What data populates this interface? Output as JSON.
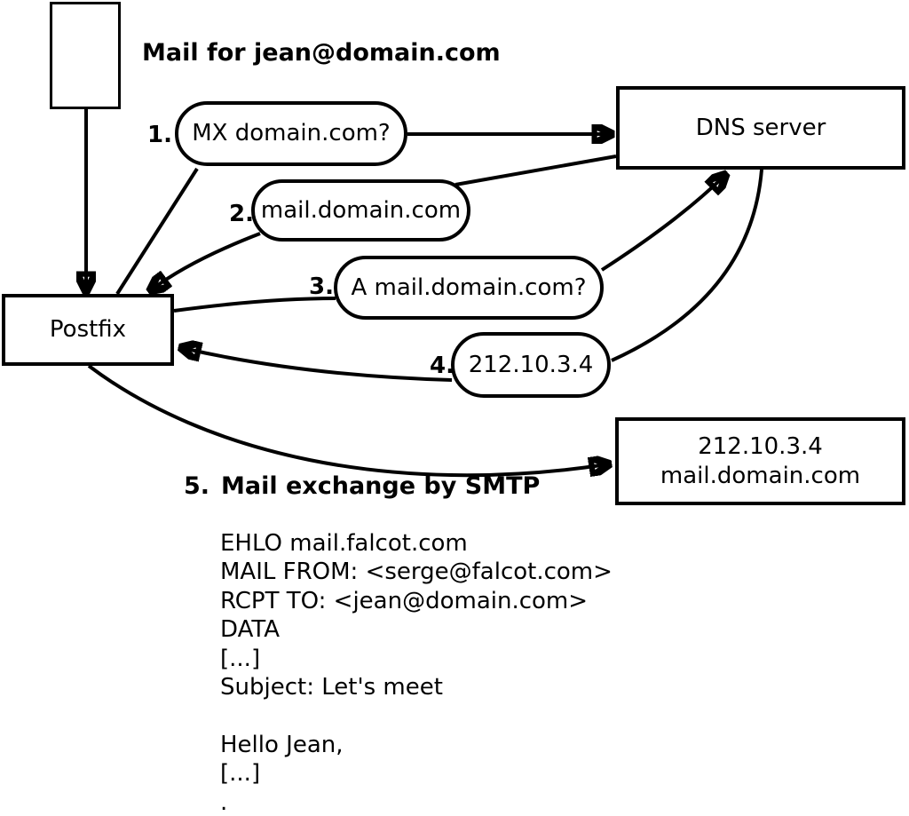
{
  "diagram": {
    "mail_label": "Mail for jean@domain.com",
    "nodes": {
      "postfix": "Postfix",
      "dns_server": "DNS server",
      "mail_server": {
        "line1": "212.10.3.4",
        "line2": "mail.domain.com"
      }
    },
    "steps": [
      {
        "num": "1.",
        "text": "MX domain.com?"
      },
      {
        "num": "2.",
        "text": "mail.domain.com"
      },
      {
        "num": "3.",
        "text": "A mail.domain.com?"
      },
      {
        "num": "4.",
        "text": "212.10.3.4"
      },
      {
        "num": "5.",
        "text": "Mail exchange by SMTP"
      }
    ],
    "smtp_transcript": "EHLO mail.falcot.com\nMAIL FROM: <serge@falcot.com>\nRCPT TO: <jean@domain.com>\nDATA\n[...]\nSubject: Let's meet\n\nHello Jean,\n[...]\n.",
    "colors": {
      "stroke": "#000000",
      "background": "#ffffff"
    }
  }
}
